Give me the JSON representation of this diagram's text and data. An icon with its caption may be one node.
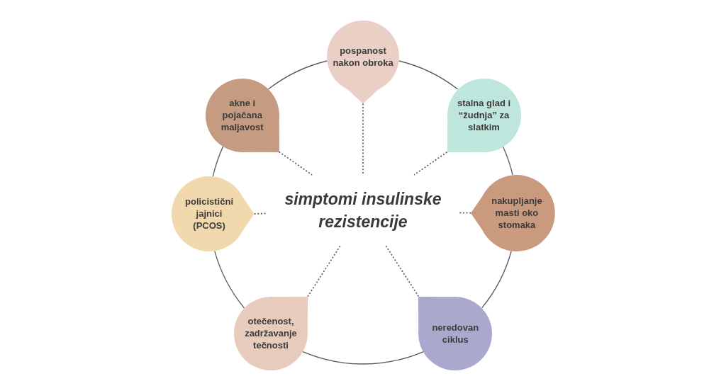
{
  "diagram": {
    "nodes": [
      {
        "text": [
          "pospanost nakon obroka"
        ]
      },
      {
        "text": [
          "akne i pojačana maljavost"
        ]
      },
      {
        "text": [
          "stalna glad i “žudnja” za slatkim"
        ]
      },
      {
        "text": [
          "policistični jajnici (PCOS)"
        ]
      },
      {
        "text": [
          "simptomi insulinske rezistencije"
        ]
      },
      {
        "text": [
          "nakupljanje masti oko stomaka"
        ]
      },
      {
        "text": [
          "otečenost, zadržavanje tečnosti"
        ]
      },
      {
        "text": [
          "neredovan ciklus"
        ]
      }
    ],
    "edges": [
      {
        "from": 0,
        "to": 4,
        "arrow": "none",
        "style": "dashed"
      },
      {
        "from": 1,
        "to": 4,
        "arrow": "none",
        "style": "dashed"
      },
      {
        "from": 2,
        "to": 4,
        "arrow": "none",
        "style": "dashed"
      },
      {
        "from": 3,
        "to": 4,
        "arrow": "none",
        "style": "dashed"
      },
      {
        "from": 5,
        "to": 4,
        "arrow": "none",
        "style": "dashed"
      },
      {
        "from": 6,
        "to": 4,
        "arrow": "none",
        "style": "dashed"
      },
      {
        "from": 7,
        "to": 4,
        "arrow": "none",
        "style": "dashed"
      },
      {
        "from": 0,
        "to": 2,
        "arrow": "none"
      },
      {
        "from": 2,
        "to": 5,
        "arrow": "none"
      },
      {
        "from": 5,
        "to": 7,
        "arrow": "none"
      },
      {
        "from": 7,
        "to": 6,
        "arrow": "none"
      },
      {
        "from": 6,
        "to": 3,
        "arrow": "none"
      },
      {
        "from": 3,
        "to": 1,
        "arrow": "none"
      },
      {
        "from": 1,
        "to": 0,
        "arrow": "none"
      }
    ]
  }
}
